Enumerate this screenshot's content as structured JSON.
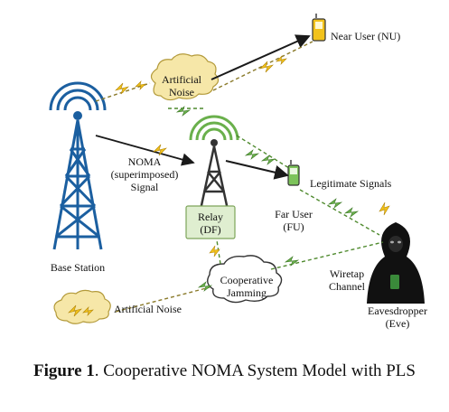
{
  "labels": {
    "near_user": "Near User (NU)",
    "artificial_noise_top": "Artificial\nNoise",
    "noma_signal": "NOMA\n(superimposed)\nSignal",
    "relay": "Relay\n(DF)",
    "base_station": "Base Station",
    "legitimate_signals": "Legitimate Signals",
    "far_user": "Far User\n(FU)",
    "artificial_noise_bottom": "Artificial Noise",
    "cooperative_jamming": "Cooperative\nJamming",
    "wiretap_channel": "Wiretap\nChannel",
    "eavesdropper": "Eavesdropper\n(Eve)"
  },
  "caption": {
    "prefix": "Figure 1",
    "text": ". Cooperative NOMA System Model with PLS"
  },
  "colors": {
    "tower_blue": "#1b5fa0",
    "relay_green": "#4f8a2e",
    "cloud_fill": "#f6e7a8",
    "bolt_yellow": "#f2c21b",
    "arrow_dark": "#1a1a1a",
    "dashed_olive": "#8a7a2a",
    "green_wave": "#6ab04c",
    "relay_box": "#dfeed0"
  }
}
